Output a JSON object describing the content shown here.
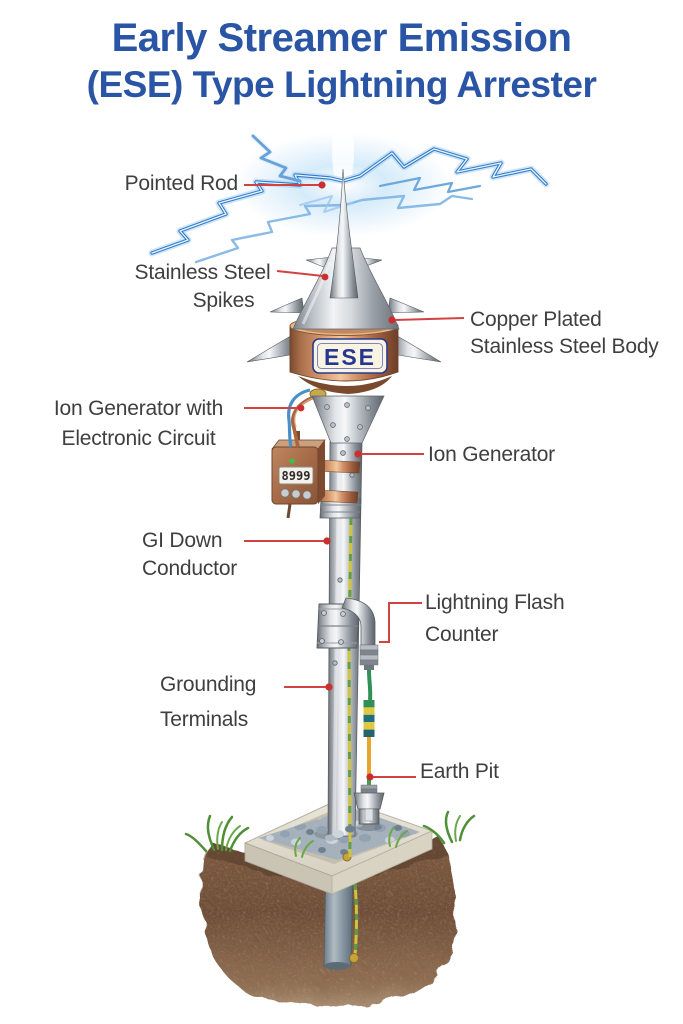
{
  "title": {
    "line1": "Early Streamer Emission",
    "line2": "(ESE) Type Lightning Arrester"
  },
  "device": {
    "nameplate_text": "ESE",
    "counter_display": "8999"
  },
  "labels": {
    "pointed_rod": {
      "text": "Pointed Rod"
    },
    "stainless_steel_spikes": {
      "line1": "Stainless Steel",
      "line2": "Spikes"
    },
    "copper_plated_body": {
      "line1": "Copper Plated",
      "line2": "Stainless Steel Body"
    },
    "ion_generator_circuit": {
      "line1": "Ion Generator with",
      "line2": "Electronic Circuit"
    },
    "ion_generator": {
      "text": "Ion Generator"
    },
    "gi_down_conductor": {
      "line1": "GI Down",
      "line2": "Conductor"
    },
    "lightning_flash_counter": {
      "line1": "Lightning Flash",
      "line2": "Counter"
    },
    "grounding_terminals": {
      "line1": "Grounding",
      "line2": "Terminals"
    },
    "earth_pit": {
      "text": "Earth Pit"
    }
  },
  "colors": {
    "title_blue": "#2a55a5",
    "label_text": "#3f3f3f",
    "leader_red": "#d24242",
    "lightning_blue": "#2e7cc9",
    "copper": "#d99a6f",
    "steel": "#c2c8cd",
    "nameplate_navy": "#27368f"
  }
}
